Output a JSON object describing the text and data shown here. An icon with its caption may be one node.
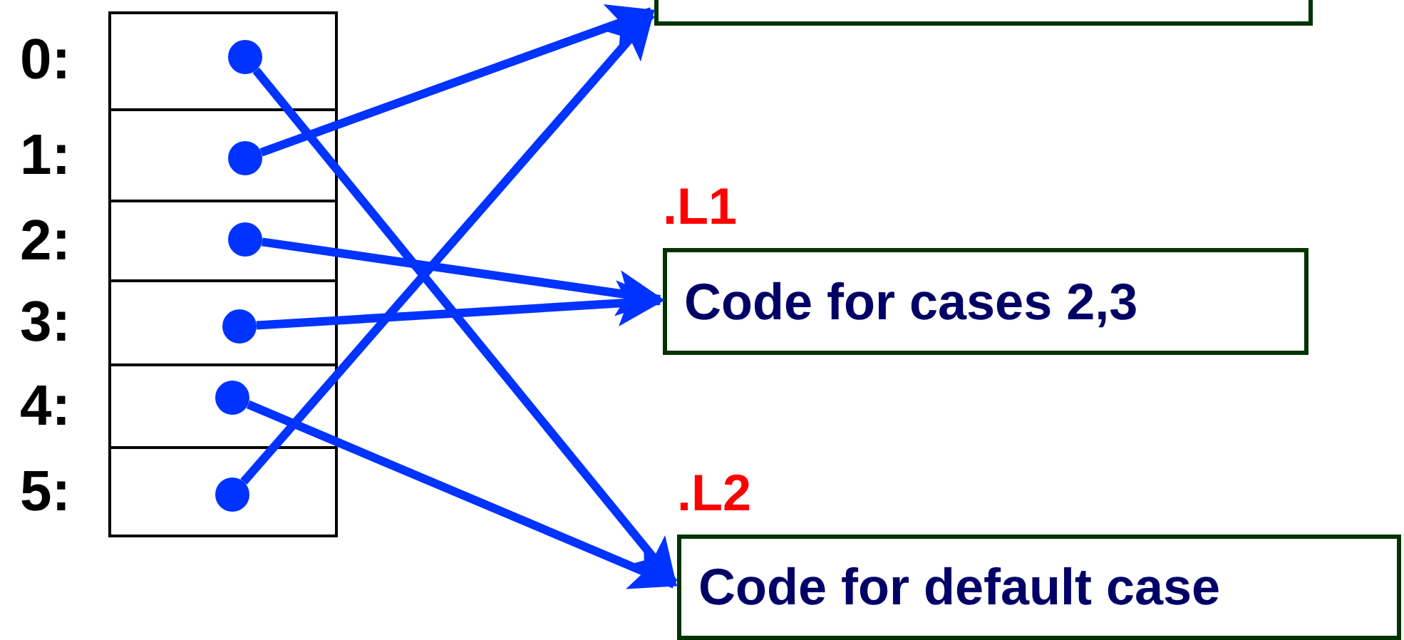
{
  "diagram": {
    "nodes": [
      {
        "text": [],
        "shape": "box"
      },
      {
        "text": [],
        "shape": "circle",
        "in": 0
      },
      {
        "text": [],
        "shape": "circle",
        "in": 0
      },
      {
        "text": [],
        "shape": "circle",
        "in": 0
      },
      {
        "text": [],
        "shape": "circle",
        "in": 0
      },
      {
        "text": [],
        "shape": "circle",
        "in": 0
      },
      {
        "text": [],
        "shape": "circle",
        "in": 0
      },
      {
        "text": [],
        "shape": "box"
      },
      {
        "text": [
          "Code for cases 2,3"
        ],
        "beside": [
          ".L1"
        ]
      },
      {
        "text": [
          "Code for default case"
        ],
        "beside": [
          ".L2"
        ]
      }
    ],
    "edges": [
      {
        "from": 1,
        "to": 9,
        "arrow": "to"
      },
      {
        "from": 2,
        "to": 7,
        "arrow": "to"
      },
      {
        "from": 3,
        "to": 8,
        "arrow": "to"
      },
      {
        "from": 4,
        "to": 8,
        "arrow": "to"
      },
      {
        "from": 5,
        "to": 9,
        "arrow": "to"
      },
      {
        "from": 6,
        "to": 7,
        "arrow": "to"
      }
    ],
    "labels": [
      "0:",
      "1:",
      "2:",
      "3:",
      "4:",
      "5:"
    ]
  }
}
